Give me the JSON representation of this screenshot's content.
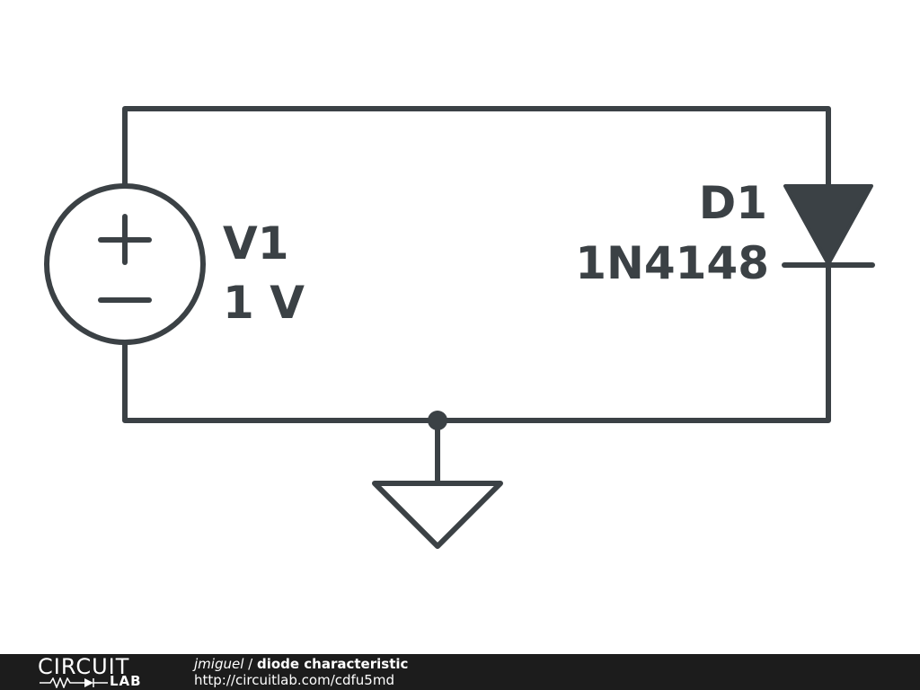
{
  "schematic": {
    "source": {
      "name": "V1",
      "value": "1 V",
      "plus": "+",
      "minus": "−"
    },
    "diode": {
      "name": "D1",
      "part": "1N4148"
    }
  },
  "footer": {
    "logo_top": "CIRCUIT",
    "logo_bottom": "LAB",
    "author": "jmiguel",
    "separator": " / ",
    "title": "diode characteristic",
    "url": "http://circuitlab.com/cdfu5md"
  },
  "colors": {
    "ink": "#3b4145",
    "footer_bg": "#1c1c1c"
  }
}
